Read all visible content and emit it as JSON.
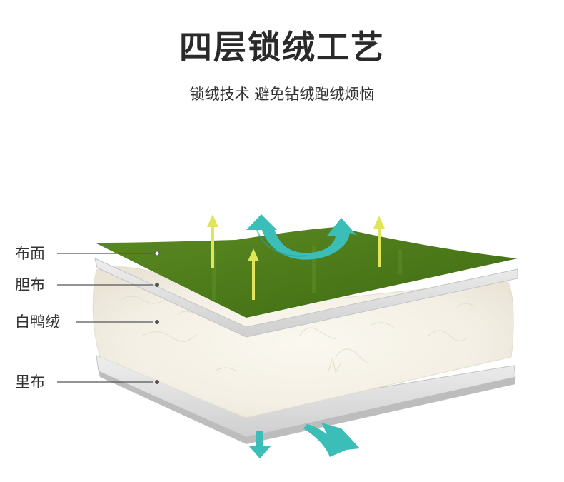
{
  "header": {
    "title": "四层锁绒工艺",
    "subtitle": "锁绒技术 避免钻绒跑绒烦恼"
  },
  "layers": {
    "outer_fabric": "布面",
    "inner_fabric": "胆布",
    "down_fill": "白鸭绒",
    "lining": "里布"
  },
  "colors": {
    "outer_fabric": "#4d7a1c",
    "arrow_yellow": "#e0e65a",
    "arrow_teal": "#3bbdb8",
    "fabric_gray": "#dcdcdc",
    "down_fill": "#f6f3ec"
  }
}
